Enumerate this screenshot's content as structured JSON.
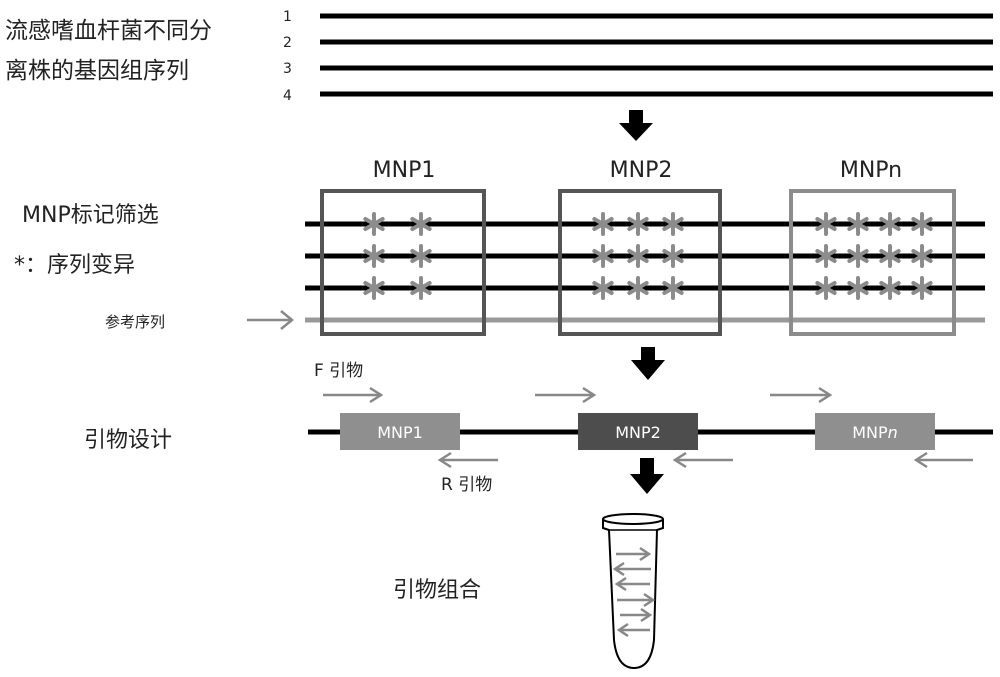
{
  "isolates_label_line1": "流感嗜血杆菌不同分",
  "isolates_label_line2": "离株的基因组序列",
  "genome_numbers": [
    "1",
    "2",
    "3",
    "4"
  ],
  "screening": {
    "title": "MNP标记筛选",
    "legend": "*：序列变异",
    "reference_label": "参考序列",
    "marker_names": [
      "MNP1",
      "MNP2",
      "MNPn"
    ]
  },
  "primer_design": {
    "title": "引物设计",
    "forward_label": "F 引物",
    "reverse_label": "R 引物",
    "amplicons": [
      {
        "prefix": "MNP",
        "suffix": "1",
        "suffix_italic": false
      },
      {
        "prefix": "MNP",
        "suffix": "2",
        "suffix_italic": false
      },
      {
        "prefix": "MNP",
        "suffix": "n",
        "suffix_italic": true
      }
    ]
  },
  "primer_pool_label": "引物组合",
  "colors": {
    "line": "#000000",
    "box1": "#555555",
    "box2": "#555555",
    "boxn": "#8c8c8c",
    "asterisk": "#8c8c8c",
    "reference": "#999999",
    "arrow": "#888888",
    "amplicon_light": "#8f8f8f",
    "amplicon_dark": "#4d4d4d"
  }
}
